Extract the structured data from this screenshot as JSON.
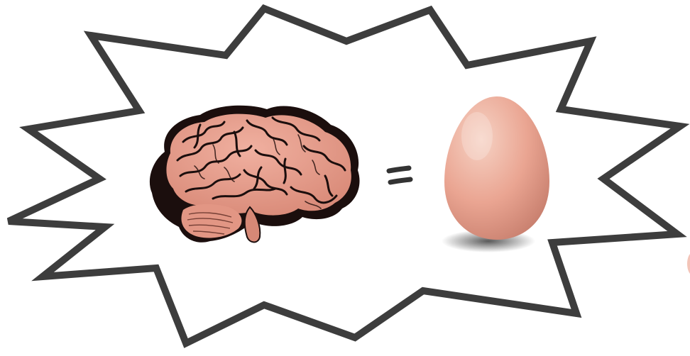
{
  "illustration": {
    "elements": [
      "starburst",
      "brain",
      "equals-sign",
      "egg"
    ],
    "colors": {
      "burst_stroke": "#3d3d3d",
      "burst_fill": "#ffffff",
      "brain_tissue": "#ec9e8d",
      "brain_outline": "#1b0e0d",
      "equals_sign": "#333333",
      "egg_light": "#f6d2c4",
      "egg_mid": "#eaa592",
      "egg_dark": "#c77e6d",
      "egg_shadow": "#2c2c2c",
      "edge_blob": "#f3c4b8"
    },
    "icons": [
      "brain-icon",
      "equals-sign-icon",
      "egg-icon"
    ]
  }
}
